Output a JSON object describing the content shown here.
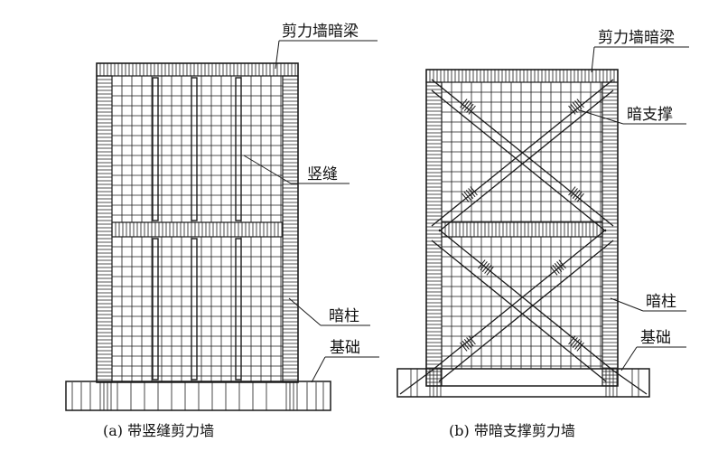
{
  "diagram_a": {
    "labels": {
      "coupling_beam": "剪力墙暗梁",
      "vertical_slit": "竖缝",
      "concealed_column": "暗柱",
      "foundation": "基础"
    },
    "caption": "(a)  带竖缝剪力墙"
  },
  "diagram_b": {
    "labels": {
      "coupling_beam": "剪力墙暗梁",
      "concealed_brace": "暗支撑",
      "concealed_column": "暗柱",
      "foundation": "基础"
    },
    "caption": "(b)  带暗支撑剪力墙"
  },
  "colors": {
    "line": "#1a1a1a",
    "background": "#ffffff"
  }
}
